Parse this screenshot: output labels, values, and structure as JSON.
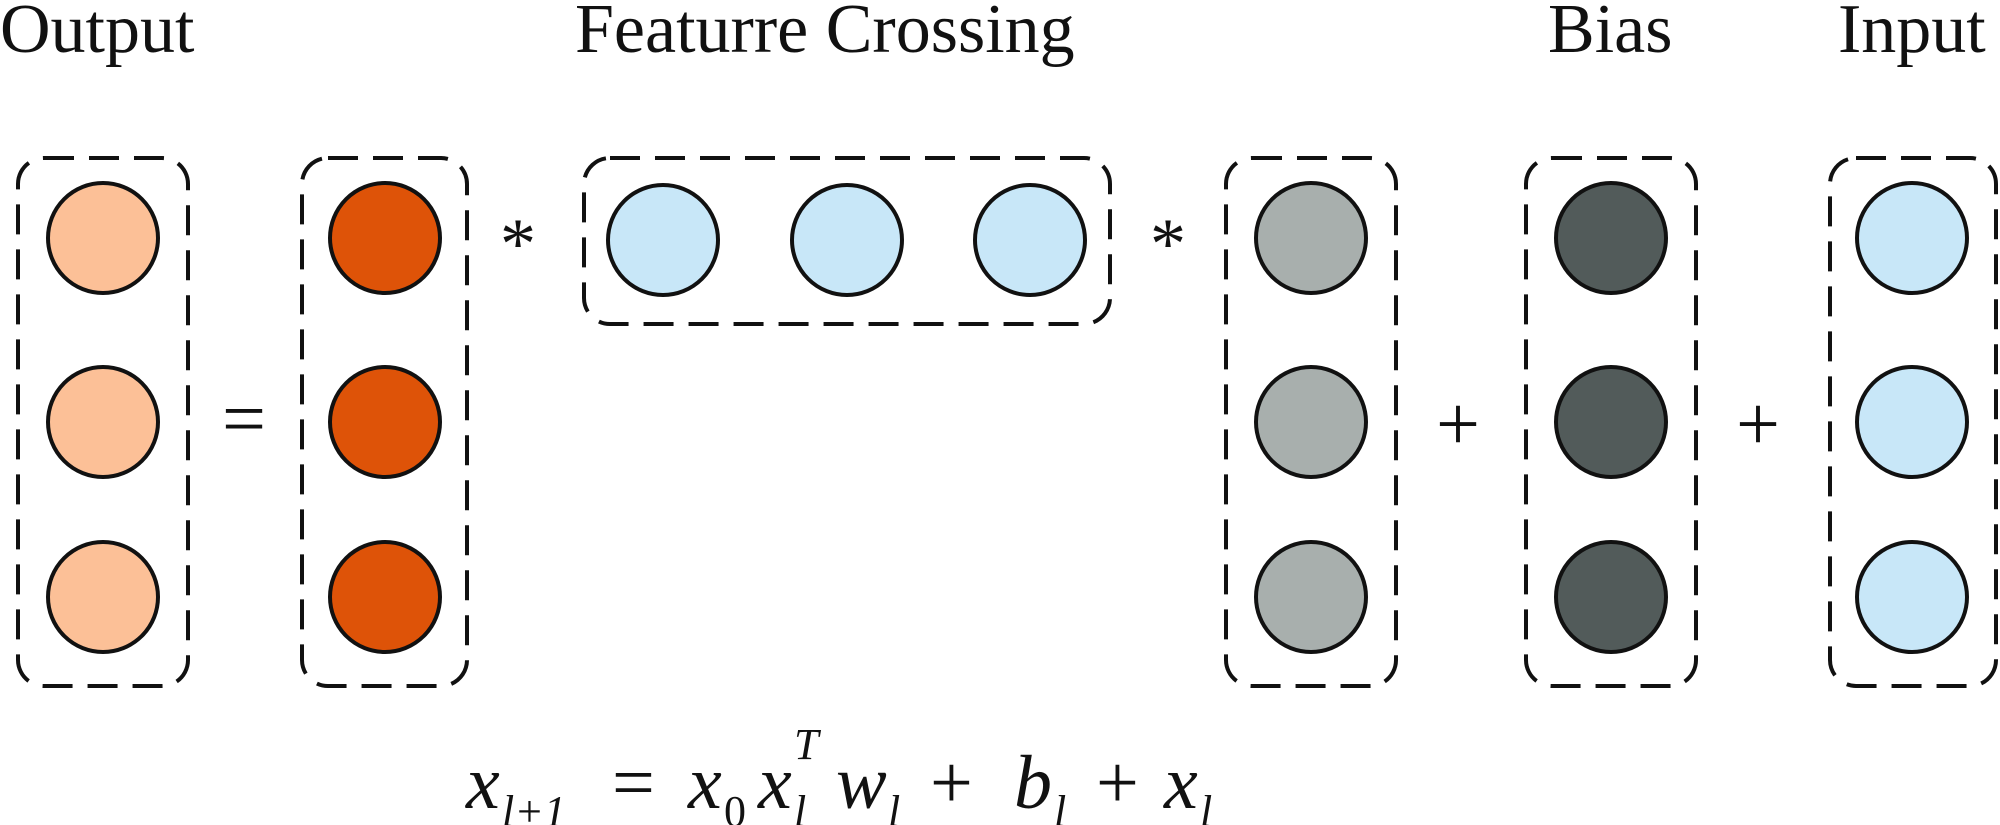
{
  "titles": {
    "output": "Output",
    "feature_crossing": "Featurre Crossing",
    "bias": "Bias",
    "input": "Input"
  },
  "operators": {
    "equals": "=",
    "multiply_1": "*",
    "multiply_2": "*",
    "plus_1": "+",
    "plus_2": "+"
  },
  "formula": {
    "lhs_var": "x",
    "lhs_sub": "l+1",
    "eq": "=",
    "x0_var": "x",
    "x0_sub": "0",
    "xl_var": "x",
    "xl_sub": "l",
    "xl_sup": "T",
    "w_var": "w",
    "w_sub": "l",
    "plus_a": "+",
    "b_var": "b",
    "b_sub": "l",
    "plus_b": "+",
    "xlast_var": "x",
    "xlast_sub": "l"
  },
  "colors": {
    "output": "#fcc097",
    "crossing_column": "#de5308",
    "crossing_row": "#c8e7f8",
    "weights": "#a8afad",
    "bias": "#525b5a",
    "input": "#c8e7f8"
  }
}
